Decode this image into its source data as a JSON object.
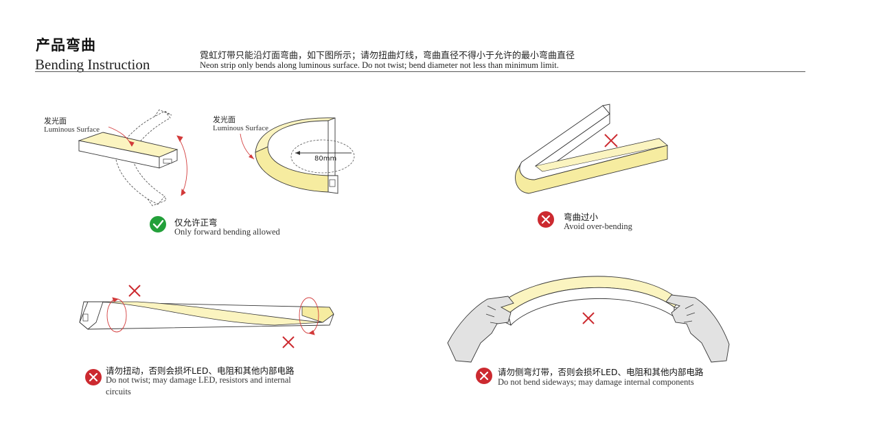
{
  "header": {
    "title_cn": "产品弯曲",
    "title_en": "Bending Instruction",
    "subtitle_cn": "霓虹灯带只能沿灯面弯曲，如下图所示；请勿扭曲灯线，弯曲直径不得小于允许的最小弯曲直径",
    "subtitle_en": "Neon strip only bends along luminous surface. Do not twist; bend diameter not less than minimum limit."
  },
  "figure1": {
    "label_cn": "发光面",
    "label_en": "Luminous Surface"
  },
  "figure2": {
    "label_cn": "发光面",
    "label_en": "Luminous Surface",
    "dimension": "80mm"
  },
  "caption1": {
    "cn": "仅允许正弯",
    "en": "Only forward bending allowed",
    "status_icon": "check-circle-icon"
  },
  "caption2": {
    "cn": "弯曲过小",
    "en": "Avoid over-bending",
    "status_icon": "x-circle-icon"
  },
  "caption3": {
    "cn": "请勿扭动，否则会损坏LED、电阻和其他内部电路",
    "en_line1": "Do not twist; may damage LED, resistors and internal",
    "en_line2": "circuits",
    "status_icon": "x-circle-icon"
  },
  "caption4": {
    "cn": "请勿侧弯灯带，否则会损坏LED、电阻和其他内部电路",
    "en": "Do not bend sideways; may damage internal components",
    "status_icon": "x-circle-icon"
  },
  "colors": {
    "strip_face": "#fbf4c0",
    "strip_side": "#f6eca0",
    "ok_green": "#23a03a",
    "error_red": "#cc2a30",
    "arrow_red": "#d23a3a",
    "line": "#333333"
  }
}
